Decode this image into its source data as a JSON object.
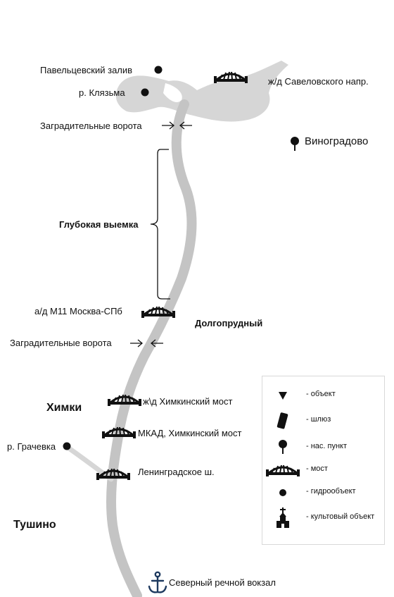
{
  "places": {
    "pavelets_bay": "Павельцевский залив",
    "klyazma": "р. Клязьма",
    "gate_top": "Заградительные ворота",
    "savelovsky": "ж/д Савеловского напр.",
    "vinogradovo": "Виноградово",
    "deep_cut": "Глубокая выемка",
    "m11": "а/д М11 Москва-СПб",
    "dolgoprudny": "Долгопрудный",
    "gate_bottom": "Заградительные ворота",
    "khimki": "Химки",
    "khimki_rail": "ж\\д Химкинский мост",
    "mkad": "МКАД, Химкинский мост",
    "grachevka": "р. Грачевка",
    "leningradskoe": "Ленинградское ш.",
    "tushino": "Тушино",
    "north_terminal": "Северный речной вокзал"
  },
  "legend": {
    "items": [
      {
        "label": "- объект",
        "symbol": "triangle-icon"
      },
      {
        "label": "- шлюз",
        "symbol": "lock-icon"
      },
      {
        "label": "- нас. пункт",
        "symbol": "settlement-pin-icon"
      },
      {
        "label": "- мост",
        "symbol": "bridge-icon"
      },
      {
        "label": "- гидрообъект",
        "symbol": "dot-icon"
      },
      {
        "label": "- культовый объект",
        "symbol": "church-icon"
      }
    ]
  },
  "colors": {
    "river": "#c4c4c4",
    "river_light": "#d6d6d6",
    "ink": "#111111"
  }
}
